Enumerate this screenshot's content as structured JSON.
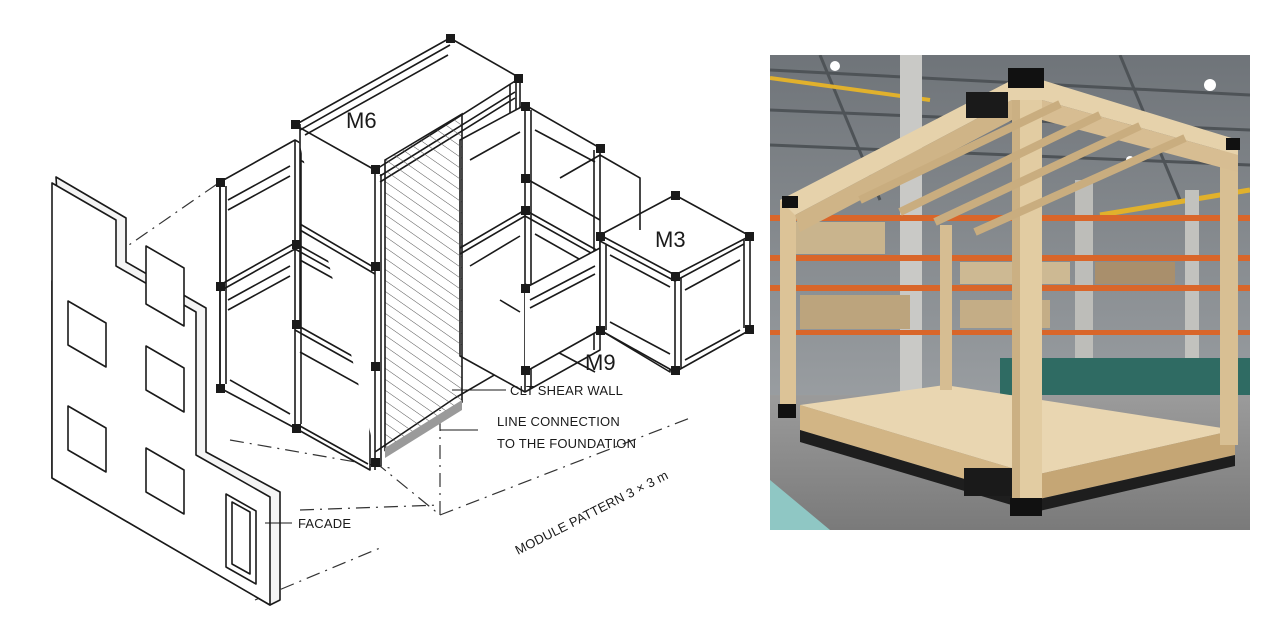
{
  "modules": {
    "m6": "M6",
    "m3": "M3",
    "m9": "M9"
  },
  "annotations": {
    "clt_shear_wall": "CLT SHEAR WALL",
    "line_connection_1": "LINE CONNECTION",
    "line_connection_2": "TO THE FOUNDATION",
    "facade": "FACADE",
    "module_pattern": "MODULE PATTERN 3 × 3 m"
  },
  "colors": {
    "line": "#1a1a1a",
    "timber": "#e4cfa6",
    "hall_floor": "#8e8e8e",
    "shelving_orange": "#d9662a"
  }
}
